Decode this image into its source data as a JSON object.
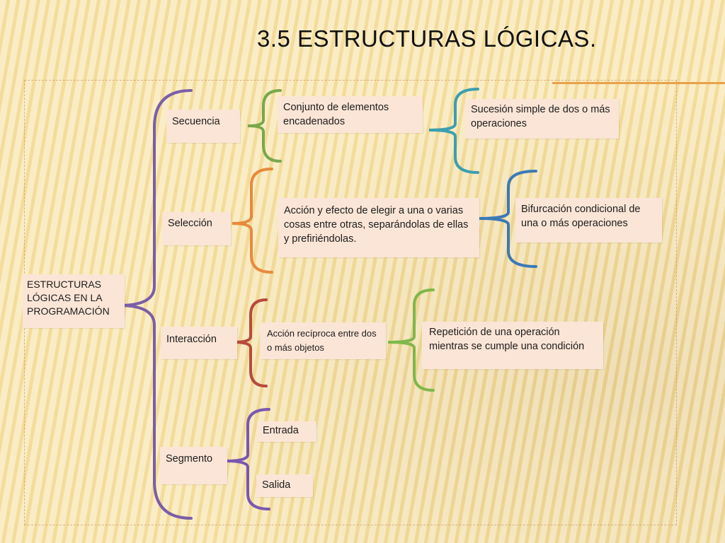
{
  "title": "3.5 ESTRUCTURAS LÓGICAS.",
  "root": {
    "text": "ESTRUCTURAS LÓGICAS EN LA PROGRAMACIÓN"
  },
  "branches": {
    "secuencia": {
      "label": "Secuencia",
      "definition": "Conjunto de elementos encadenados",
      "detail": "Sucesión simple de dos o más operaciones"
    },
    "seleccion": {
      "label": "Selección",
      "definition": "Acción y efecto de elegir a una o varias  cosas entre otras, separándolas de ellas y prefiriéndolas.",
      "detail": "Bifurcación condicional de una o más operaciones"
    },
    "interaccion": {
      "label": "Interacción",
      "definition": "Acción recíproca entre dos o más objetos",
      "detail": "Repetición de una operación mientras se cumple una condición"
    },
    "segmento": {
      "label": "Segmento",
      "items": [
        "Entrada",
        "Salida"
      ]
    }
  },
  "colors": {
    "purple": "#7b5ea7",
    "green": "#78a84c",
    "teal": "#3aa0b0",
    "orange": "#e88a3c",
    "blue": "#3b79b8",
    "red": "#b84a3c",
    "lightgreen": "#7fb84a",
    "violet": "#7a57b0"
  }
}
